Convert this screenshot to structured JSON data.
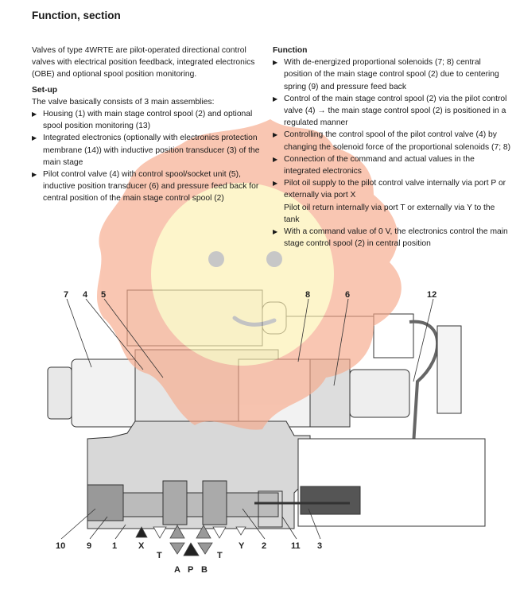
{
  "title": "Function, section",
  "left": {
    "intro": "Valves of type 4WRTE are pilot-operated directional control valves with electrical position feedback, integrated electronics (OBE) and optional spool position monitoring.",
    "setup_heading": "Set-up",
    "setup_lead": "The valve basically consists of 3 main assemblies:",
    "items": [
      "Housing (1) with main stage control spool (2) and optional spool position monitoring (13)",
      "Integrated electronics (optionally with electronics protection membrane (14)) with inductive position transducer (3) of the main stage",
      "Pilot control valve (4) with control spool/socket unit (5), inductive position transducer (6) and pressure feed back for central position of the main stage control spool (2)"
    ]
  },
  "right": {
    "heading": "Function",
    "items": [
      "With de-energized proportional solenoids (7; 8) central position of the main stage control spool (2) due to centering spring (9) and pressure feed back",
      "Control of the main stage control spool (2) via the pilot control valve (4) → the main stage control spool (2) is positioned in a regulated manner",
      "Controlling the control spool of the pilot control valve (4) by changing the solenoid force of the proportional solenoids (7; 8)",
      "Connection of the command and actual values in the integrated electronics",
      "Pilot oil supply to the pilot control valve internally via port P or externally via port X",
      "With a command value of 0 V, the electronics control the main stage control spool (2) in central position"
    ],
    "continuation": "Pilot oil return internally via port T or externally via Y to the tank"
  },
  "diagram": {
    "callouts_top": [
      "7",
      "4",
      "5",
      "8",
      "6",
      "12"
    ],
    "callouts_bottom": [
      "10",
      "9",
      "1",
      "X",
      "2",
      "11",
      "3"
    ],
    "ports": [
      "T",
      "Y",
      "T",
      "A",
      "P",
      "B"
    ]
  },
  "colors": {
    "overlay_orange": "#f7a98a",
    "overlay_yellow": "#fdf0b0",
    "body_grey": "#d8d8d8"
  }
}
